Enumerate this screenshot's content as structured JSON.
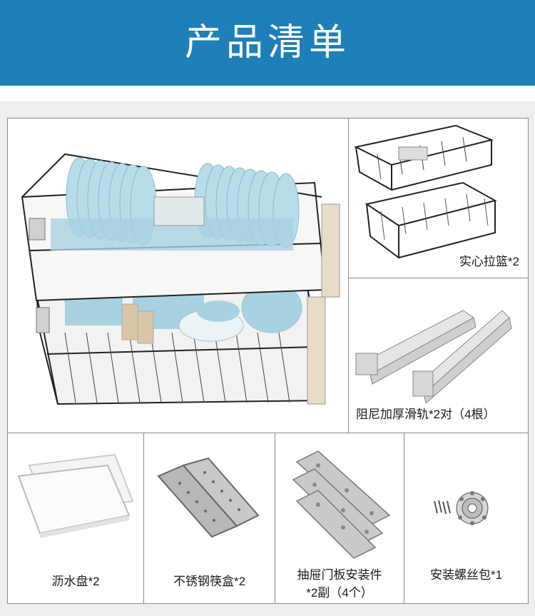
{
  "header": {
    "title": "产品清单"
  },
  "items": [
    {
      "label": "实心拉篮*2",
      "icon": "wire-basket-icon"
    },
    {
      "label": "阻尼加厚滑轨*2对（4根）",
      "icon": "slide-rail-icon"
    },
    {
      "label": "沥水盘*2",
      "icon": "drip-tray-icon"
    },
    {
      "label": "不锈钢筷盒*2",
      "icon": "chopstick-box-icon"
    },
    {
      "label_line1": "抽屉门板安装件",
      "label_line2": "*2副（4个）",
      "icon": "mounting-bracket-icon"
    },
    {
      "label": "安装螺丝包*1",
      "icon": "screw-pack-icon"
    }
  ],
  "colors": {
    "banner": "#1e7fb9",
    "background": "#eeeeee",
    "border": "#8a8a8a",
    "plate": "#a9d2e0"
  }
}
